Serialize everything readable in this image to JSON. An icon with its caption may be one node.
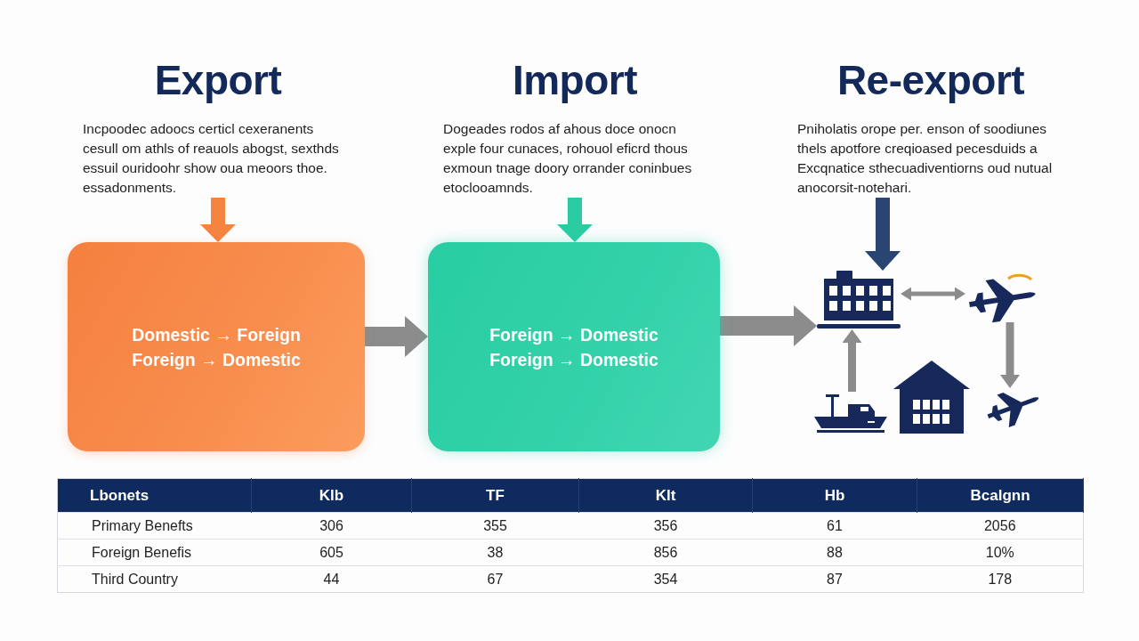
{
  "diagram": {
    "nodes": [
      {
        "text": [
          "Export",
          "Incpoodec adoocs certicl cexeranents cesull om athls of reauols abogst, sexthds essuil ouridoohr show oua meoors thoe. essadonments."
        ]
      },
      {
        "text": [
          "Import",
          "Dogeades rodos af ahous doce onocn exple four cunaces, rohouol eficrd thous exmoun tnage doory orrander coninbues etoclooamnds."
        ]
      },
      {
        "text": [
          "Re-export",
          "Pniholatis orope per. enson of soodiunes thels apotfore creqioased pecesduids a Excqnatice sthecuadiventiorns oud nutual anocorsit-notehari."
        ]
      },
      {
        "text": [
          "Domestic → Foreign",
          "Foreign → Domestic"
        ]
      },
      {
        "text": [
          "Foreign → Domestic",
          "Foreign → Domestic"
        ]
      },
      {
        "text": [],
        "shape": "picture"
      },
      {
        "text": [],
        "shape": "picture"
      },
      {
        "text": [],
        "shape": "picture"
      },
      {
        "text": [],
        "shape": "picture"
      },
      {
        "text": [],
        "shape": "picture"
      }
    ],
    "edges": [
      {
        "from": 0,
        "to": 3,
        "arrow": "to",
        "color": "#f4843f"
      },
      {
        "from": 1,
        "to": 4,
        "arrow": "to",
        "color": "#2bcca3"
      },
      {
        "from": 2,
        "to": 5,
        "arrow": "to",
        "color": "#2b4572"
      },
      {
        "from": 3,
        "to": 4,
        "arrow": "to"
      },
      {
        "from": 4,
        "to": 5,
        "arrow": "to"
      },
      {
        "from": 5,
        "to": 6,
        "arrow": "both"
      },
      {
        "from": 6,
        "to": 9,
        "arrow": "to"
      },
      {
        "from": 7,
        "to": 5,
        "arrow": "to"
      }
    ],
    "labels": [
      "Lbonets",
      "Klb",
      "TF",
      "Klt",
      "Hb",
      "Bcalgnn",
      "Primary Benefts",
      "306",
      "355",
      "356",
      "61",
      "2056",
      "Foreign Benefis",
      "605",
      "38",
      "856",
      "88",
      "10%",
      "Third Country",
      "44",
      "67",
      "354",
      "87",
      "178"
    ]
  }
}
